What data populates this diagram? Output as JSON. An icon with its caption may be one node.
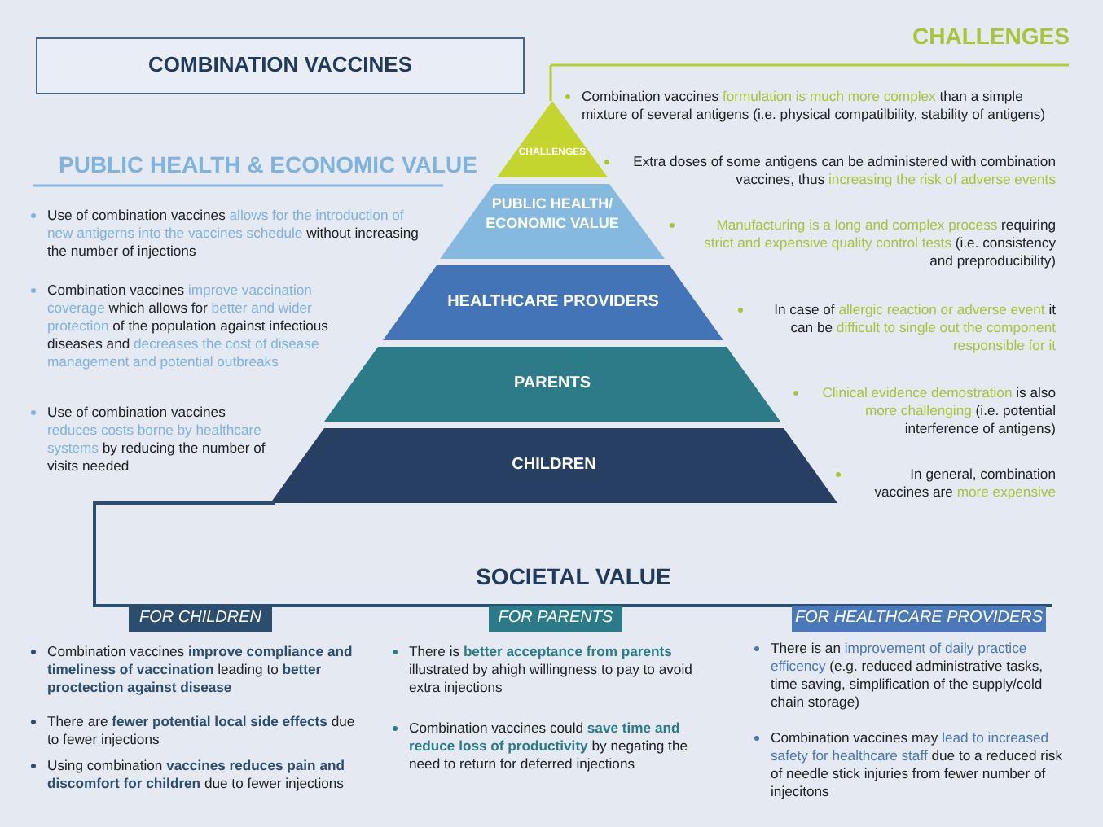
{
  "diagram": {
    "nodes": [
      {
        "text": [
          "COMBINATION VACCINES"
        ]
      },
      {
        "text": [
          "CHALLENGES"
        ]
      },
      {
        "text": [
          "PUBLIC HEALTH/ ECONOMIC VALUE"
        ]
      },
      {
        "text": [
          "HEALTHCARE PROVIDERS"
        ]
      },
      {
        "text": [
          "PARENTS"
        ]
      },
      {
        "text": [
          "CHILDREN"
        ]
      },
      {
        "text": [
          "SOCIETAL VALUE"
        ]
      },
      {
        "text": [
          "FOR CHILDREN"
        ]
      },
      {
        "text": [
          "FOR PARENTS"
        ]
      },
      {
        "text": [
          "FOR HEALTHCARE PROVIDERS"
        ]
      }
    ],
    "labels": [
      "CHALLENGES",
      "PUBLIC HEALTH & ECONOMIC VALUE",
      "Use of combination vaccines **allows for the introduction of new antigerns into the vaccines schedule** without increasing the number of injections",
      "Combination vaccines **improve vaccination coverage** which allows for **better and wider protection** of the population against infectious diseases and **decreases the cost of disease management and potential outbreaks**",
      "Use of combination vaccines **reduces costs borne by healthcare systems** by reducing the number of visits needed",
      "Combination vaccines **formulation is much more complex** than a simple mixture of several antigens (i.e. physical compatilbility, stability of antigens)",
      "Extra doses of some antigens can be administered with combination vaccines, thus **increasing the risk of adverse events**",
      "**Manufacturing is a long and complex process** requiring **strict and expensive quality control tests** (i.e. consistency and preproducibility)",
      "In case of **allergic reaction or adverse event** it can be **difficult to single out the component responsible for it**",
      "**Clinical evidence demostration** is also **more challenging** (i.e. potential interference of antigens)",
      "In general, combination vaccines are **more expensive**",
      "Combination vaccines **improve compliance and timeliness of vaccination** leading to **better proctection against disease**",
      "There are **fewer potential local side effects** due to fewer injections",
      "Using combination **vaccines reduces pain and discomfort for children** due to fewer injections",
      "There is **better acceptance from parents** illustrated by ahigh willingness to pay to avoid extra injections",
      "Combination vaccines could **save time and reduce loss of productivity** by negating the need to return for deferred injections",
      "There is an **improvement of daily practice efficency** (e.g. reduced administrative tasks, time saving, simplification of the supply/cold chain storage)",
      "Combination vaccines may **lead to increased safety for healthcare staff** due to a reduced risk of needle stick injuries from fewer number of injecitons"
    ]
  }
}
